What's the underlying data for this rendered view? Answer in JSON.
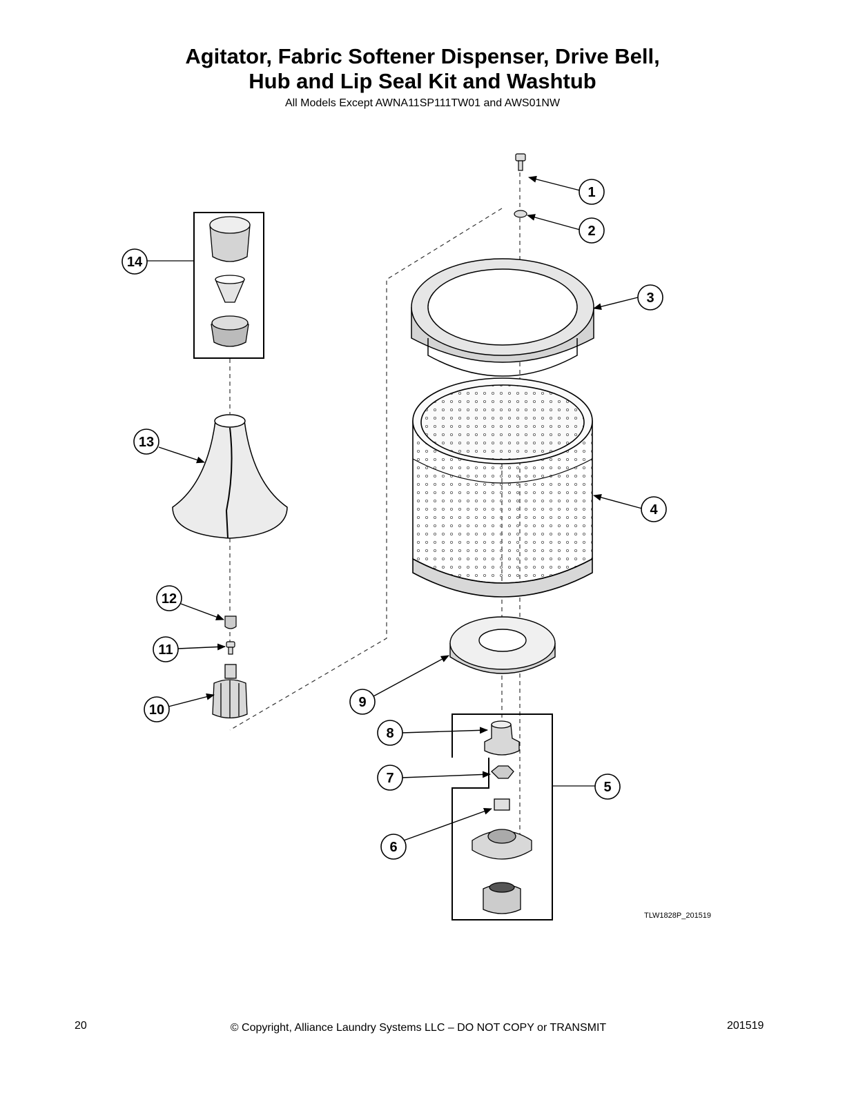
{
  "header": {
    "title_line1": "Agitator, Fabric Softener Dispenser, Drive Bell,",
    "title_line2": "Hub and Lip Seal Kit and Washtub",
    "subtitle": "All Models Except AWNA11SP111TW01 and AWS01NW"
  },
  "diagram": {
    "drawing_code": "TLW1828P_201519",
    "callouts": [
      "1",
      "2",
      "3",
      "4",
      "5",
      "6",
      "7",
      "8",
      "9",
      "10",
      "11",
      "12",
      "13",
      "14"
    ]
  },
  "footer": {
    "page_number": "20",
    "copyright": "© Copyright, Alliance Laundry Systems LLC – DO NOT COPY or TRANSMIT",
    "doc_code": "201519"
  }
}
